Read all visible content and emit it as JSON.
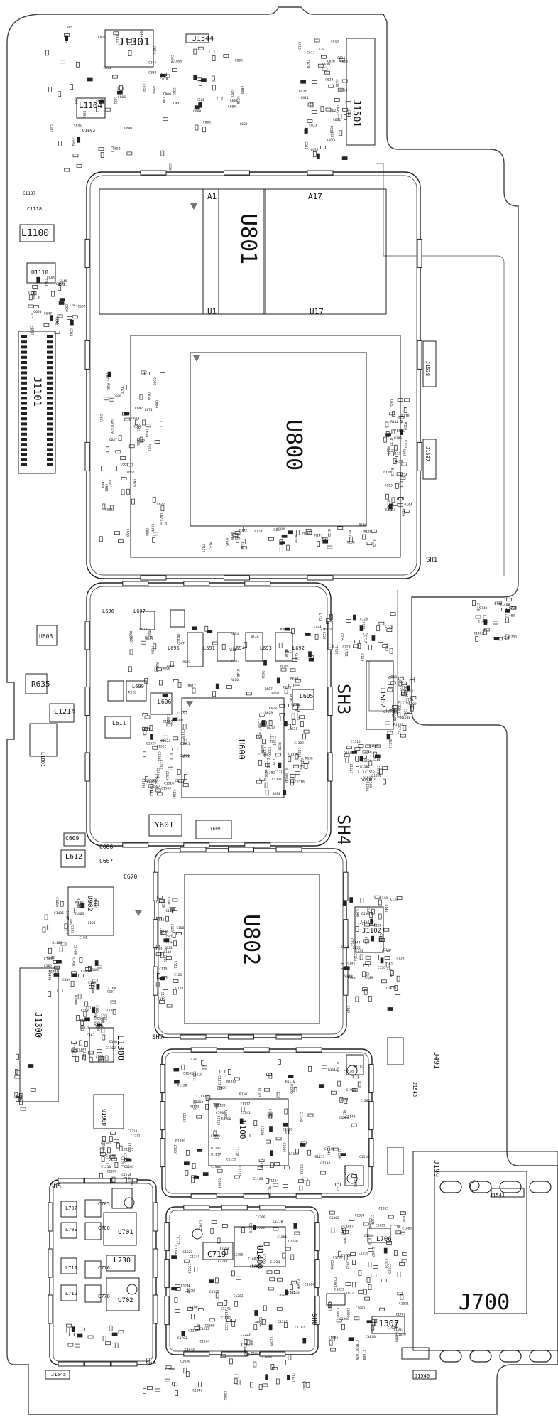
{
  "big_labels": {
    "j1301": "J1301",
    "j1544": "J1544",
    "l1104": "L1104",
    "l1100": "L1100",
    "u1110": "U1110",
    "j1501": "J1501",
    "u801": "U801",
    "a1": "A1",
    "a17": "A17",
    "u1": "U1",
    "u17": "U17",
    "j1101": "J1101",
    "u800": "U800",
    "sh1": "SH1",
    "j1538": "J1538",
    "j1537": "J1537",
    "sh3": "SH3",
    "j1502": "J1502",
    "u600": "U600",
    "r635": "R635",
    "c1214": "C1214",
    "u603": "U603",
    "l1801": "L1801",
    "y601": "Y601",
    "y600": "Y600",
    "sh4": "SH4",
    "u802": "U802",
    "j1102": "J1102",
    "l612": "L612",
    "u902": "U902",
    "c609": "C609",
    "c666": "C666",
    "c667": "C667",
    "c670": "C670",
    "j1300": "J1300",
    "l1300": "L1300",
    "u1900": "U1900",
    "sh7": "SH7",
    "u100": "U100",
    "j491": "J491",
    "j1543": "J1543",
    "j199": "J199",
    "sh5": "SH5",
    "u701": "U701",
    "u702": "U702",
    "l730": "L730",
    "u1400": "U1400",
    "c719": "C719",
    "sh6": "SH6",
    "j700": "J700",
    "j1541": "J1541",
    "j1540": "J1540",
    "j1545": "J1545",
    "l1307": "L1307",
    "l706": "L706",
    "l707": "L707",
    "u1602": "U1602",
    "l691": "L691",
    "l692": "L692",
    "l693": "L693",
    "l694": "L694",
    "l695": "L695",
    "l696": "L696",
    "l697": "L697",
    "l699": "L699",
    "l605": "L605",
    "l606": "L606",
    "l611": "L611",
    "l709": "L709",
    "l711": "L711",
    "l712": "L712",
    "c705": "C705",
    "c708": "C708",
    "c776": "C776",
    "c778": "C778",
    "c1118": "C1118",
    "c1137": "C1137"
  },
  "small_labels": [
    "C840",
    "C834",
    "C849",
    "C839",
    "C850",
    "C854",
    "C852",
    "C651",
    "C652",
    "C800",
    "C805",
    "C806",
    "C810",
    "C815",
    "C820",
    "C821",
    "C822",
    "C823",
    "C825",
    "C830",
    "C831",
    "C833",
    "C885",
    "C887",
    "C888",
    "C889",
    "C891",
    "C893",
    "C895",
    "C896",
    "C899",
    "C900",
    "C901",
    "C603",
    "C604",
    "C605",
    "C606",
    "C607",
    "C608",
    "C610",
    "C611",
    "C612",
    "C613",
    "C614",
    "C615",
    "C616",
    "C617",
    "C618",
    "C619",
    "C620",
    "C621",
    "C622",
    "C623",
    "C624",
    "C625",
    "C626",
    "C627",
    "C628",
    "C629",
    "C630",
    "C631",
    "C632",
    "C633",
    "C634",
    "C635",
    "C640",
    "C641",
    "C642",
    "C643",
    "C644",
    "C645",
    "C646",
    "C647",
    "C648",
    "C650",
    "C653",
    "C655",
    "C656",
    "C657",
    "C658",
    "C659",
    "C660",
    "C661",
    "C662",
    "C663",
    "C664",
    "C665",
    "C668",
    "C669",
    "C671",
    "C672",
    "C673",
    "C674",
    "C675",
    "C676",
    "C677",
    "C678",
    "C679",
    "C680",
    "C681",
    "C682",
    "C683",
    "C684",
    "C685",
    "C686",
    "C687",
    "C688",
    "C689",
    "C690",
    "R100",
    "R101",
    "R102",
    "R103",
    "R104",
    "R105",
    "R106",
    "R107",
    "R108",
    "R109",
    "R110",
    "R111",
    "R112",
    "R113",
    "R114",
    "R115",
    "R116",
    "R117",
    "R118",
    "R119",
    "R120",
    "R121",
    "R122",
    "R123",
    "R124",
    "R125",
    "R126",
    "R127",
    "R128",
    "R129",
    "R130",
    "R131",
    "R132",
    "R133",
    "R134",
    "R135",
    "R136",
    "R137",
    "R138",
    "R139",
    "R140",
    "R141",
    "R142",
    "R143",
    "R144",
    "R145",
    "R146",
    "R147",
    "R148",
    "R149",
    "R150",
    "R600",
    "R601",
    "R602",
    "R603",
    "R604",
    "R605",
    "R606",
    "R607",
    "R608",
    "R609",
    "R610",
    "R611",
    "R612",
    "R613",
    "R614",
    "R615",
    "R616",
    "R617",
    "R618",
    "R619",
    "R620",
    "R621",
    "R622",
    "R623",
    "R624",
    "R625",
    "R626",
    "R627",
    "R628",
    "R629",
    "R630",
    "R631",
    "R632",
    "R633",
    "R634",
    "R636",
    "R637",
    "R638",
    "R639",
    "R640",
    "C1300",
    "C1301",
    "C1302",
    "C1303",
    "C1304",
    "C1305",
    "C1306",
    "C1307",
    "C1308",
    "C1309",
    "C1310",
    "C1311",
    "C1312",
    "C1313",
    "C1314",
    "C1315",
    "C1316",
    "C1317",
    "C1318",
    "C1319",
    "C1320",
    "C1321",
    "C1322",
    "C1323",
    "C1324",
    "C1325",
    "C1326",
    "C1327",
    "C1328",
    "C1329",
    "C1330",
    "C1500",
    "C1501",
    "C1502",
    "C1503",
    "C1504",
    "C1505",
    "C1506",
    "C1507",
    "C1508",
    "C1509",
    "C1510",
    "C1511",
    "C1512",
    "C1513",
    "C1514",
    "C1515",
    "C1516",
    "C1517",
    "C1518",
    "C1519",
    "C1520",
    "R1500",
    "R1501",
    "R1502",
    "R1503",
    "R1504",
    "R1505",
    "R1506",
    "R1507",
    "R1508",
    "R1509",
    "R1510",
    "R1550",
    "R1551",
    "R1552",
    "C700",
    "C701",
    "C702",
    "C703",
    "C704",
    "C706",
    "C707",
    "C709",
    "C710",
    "C711",
    "C712",
    "C713",
    "C714",
    "C715",
    "C716",
    "C717",
    "C718",
    "C720",
    "C721",
    "C722",
    "C723",
    "C724",
    "C725",
    "C726",
    "C727",
    "C728",
    "C729",
    "C730",
    "C731",
    "C732",
    "C733",
    "C734",
    "C735",
    "C736",
    "C737",
    "C738",
    "C739",
    "C740",
    "C1400",
    "C1401",
    "C1402",
    "C1403",
    "C1404",
    "C1405",
    "C1406",
    "C1407",
    "C1408",
    "C1409",
    "C1410",
    "R1400",
    "R1401",
    "R1402",
    "R1403",
    "R1404",
    "R1405",
    "R1406",
    "R1407",
    "R1408",
    "R1409",
    "R1410",
    "C100",
    "C101",
    "C102",
    "C103",
    "C104",
    "C105",
    "C106",
    "C107",
    "C108",
    "C109",
    "C110",
    "C111",
    "C112",
    "C113",
    "C114",
    "C115",
    "C116",
    "C117",
    "C118",
    "C119",
    "C120",
    "C121",
    "C122",
    "C123",
    "C124",
    "C125",
    "C126",
    "C127",
    "C128",
    "C129",
    "C130",
    "C131",
    "C132",
    "C133",
    "C134",
    "C135",
    "C136",
    "C137",
    "C138",
    "C139",
    "C140",
    "C141",
    "C142",
    "C143",
    "C144",
    "C145",
    "C146",
    "C147",
    "C148",
    "C149",
    "C150",
    "C151",
    "C152",
    "C153",
    "C154",
    "C155",
    "C156",
    "C157",
    "C158",
    "C159",
    "C160",
    "C161",
    "C162",
    "C163",
    "C164",
    "C165",
    "C166",
    "C167",
    "C168",
    "C169",
    "C170",
    "C1100",
    "C1101",
    "C1102",
    "C1103",
    "C1104",
    "C1105",
    "C1106",
    "C1107",
    "C1108",
    "C1109",
    "C1110",
    "C1111",
    "C1112",
    "C1113",
    "C1114",
    "C1115",
    "C1116",
    "C1117",
    "C1119",
    "C1120",
    "C1130",
    "C1131",
    "C1132",
    "C1133",
    "C1134",
    "C1135",
    "C1136",
    "C1138",
    "C1139",
    "C1140",
    "C1141",
    "C1142",
    "C1143",
    "C1144",
    "C1145",
    "C1146",
    "C1147",
    "C1148",
    "C1149",
    "C1150",
    "R1100",
    "R1101",
    "R1102",
    "R1103",
    "R1104",
    "R1105",
    "R1106",
    "R1107",
    "R1108",
    "R1109",
    "R1110",
    "R1111",
    "R1112",
    "R1113",
    "R1114",
    "R1115",
    "R1116",
    "R1117",
    "R1118",
    "R1119",
    "R1120",
    "C1900",
    "C1901",
    "C1902",
    "C1903",
    "C1904",
    "C1905",
    "C1906",
    "C1907",
    "C1908",
    "C1909",
    "C1910",
    "C1200",
    "C1201",
    "C1202",
    "C1203",
    "C1204",
    "C1205",
    "C1206",
    "C1207",
    "C1208",
    "C1209",
    "C1210",
    "C1211",
    "C1212",
    "C1213",
    "C1215",
    "C1216",
    "C1217",
    "C1218",
    "C1219",
    "C1220",
    "C1221",
    "C1222",
    "C1223",
    "C1224",
    "C1225",
    "C1226",
    "C1227",
    "C1228",
    "C1229",
    "C1230",
    "C1240",
    "C1241",
    "C1242",
    "C1243",
    "C1244",
    "C1245",
    "C1246",
    "C1247",
    "C1248",
    "C1249",
    "C1250",
    "C1260",
    "C1261",
    "C1262",
    "C1263",
    "C1264",
    "C1265",
    "C1266",
    "C1267",
    "C1268",
    "C1269",
    "C1270",
    "C1600",
    "C1601",
    "C1602",
    "C1603",
    "C1604",
    "C1605",
    "C1606",
    "C1607",
    "C1608",
    "C1609",
    "C1610",
    "C1700",
    "C1701",
    "C1702",
    "C1703",
    "C1704",
    "C1705",
    "C1706",
    "C1707",
    "C1708",
    "C1709",
    "C1710",
    "C1800",
    "C1801",
    "C1802",
    "C1803",
    "C1804",
    "C1805",
    "C1806",
    "C1807",
    "C1808",
    "C1809",
    "C1810",
    "C1000",
    "C1001",
    "C1002",
    "C1003",
    "C1004",
    "C1005",
    "C1006",
    "C1007",
    "C1008",
    "C1009",
    "C1010",
    "C1020",
    "C1021",
    "C1022",
    "C1023",
    "C1024",
    "C1025",
    "C1026",
    "C1027",
    "C1028",
    "C1029",
    "C1030",
    "C1040",
    "C1041",
    "C1042",
    "C1043",
    "C1044",
    "C1045",
    "C1046",
    "C1047",
    "C1048",
    "C1049",
    "C1050"
  ]
}
